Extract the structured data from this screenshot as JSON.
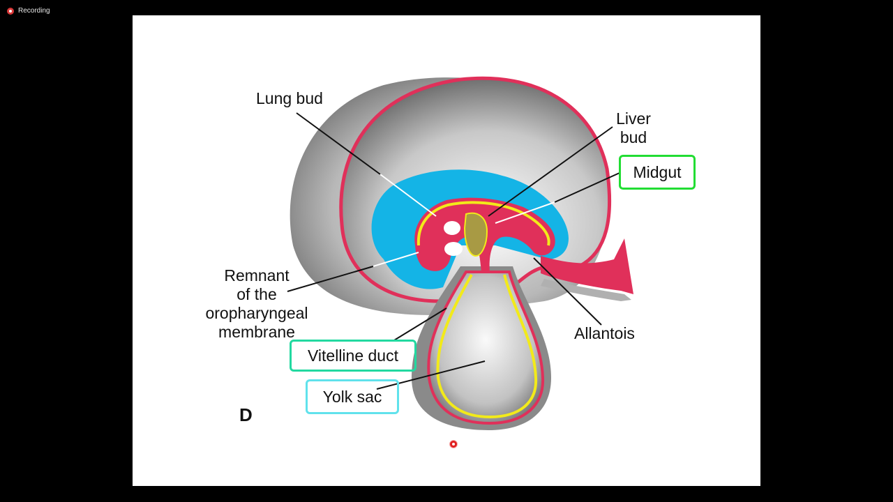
{
  "recording": {
    "label": "Recording"
  },
  "slide": {
    "panel_letter": "D",
    "labels": {
      "lung_bud": "Lung bud",
      "liver_bud_1": "Liver",
      "liver_bud_2": "bud",
      "midgut": "Midgut",
      "remnant_1": "Remnant",
      "remnant_2": "of the",
      "remnant_3": "oropharyngeal",
      "remnant_4": "membrane",
      "vitelline_duct": "Vitelline duct",
      "yolk_sac": "Yolk sac",
      "allantois": "Allantois"
    },
    "colors": {
      "ectoderm_red": "#e0305a",
      "mesoderm_blue": "#14b4e6",
      "endoderm_yellow": "#f2ea1a",
      "liver_olive": "#a89a44",
      "midgut_box": "#22dd33",
      "vitelline_box": "#22d9a0",
      "yolk_box": "#60e2ec"
    }
  }
}
